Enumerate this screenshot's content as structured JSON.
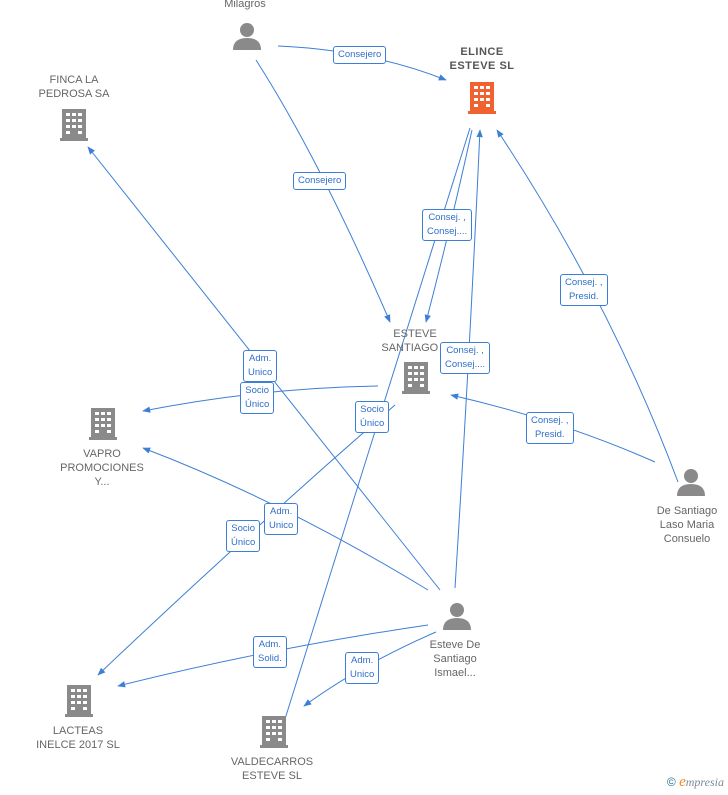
{
  "nodes": {
    "milagros": {
      "label": "Milagros",
      "type": "person"
    },
    "elince": {
      "label": "ELINCE\nESTEVE  SL",
      "type": "company-focus"
    },
    "finca": {
      "label": "FINCA LA\nPEDROSA SA",
      "type": "company"
    },
    "esteve_santiago": {
      "label": "ESTEVE\nSANTIAGO S",
      "type": "company"
    },
    "vapro": {
      "label": "VAPRO\nPROMOCIONES\nY...",
      "type": "company"
    },
    "de_santiago": {
      "label": "De Santiago\nLaso Maria\nConsuelo",
      "type": "person"
    },
    "esteve_ismael": {
      "label": "Esteve De\nSantiago\nIsmael...",
      "type": "person"
    },
    "lacteas": {
      "label": "LACTEAS\nINELCE 2017  SL",
      "type": "company"
    },
    "valdecarros": {
      "label": "VALDECARROS\nESTEVE  SL",
      "type": "company"
    }
  },
  "edge_labels": {
    "e1": "Consejero",
    "e2": "Consejero",
    "e3": "Consej. ,\nConsej....",
    "e4": "Consej. ,\nPresid.",
    "e5": "Adm.\nUnico",
    "e6": "Socio\nÚnico",
    "e7": "Consej. ,\nConsej....",
    "e8": "Socio\nÚnico",
    "e9": "Consej. ,\nPresid.",
    "e10": "Adm.\nUnico",
    "e11": "Socio\nÚnico",
    "e12": "Adm.\nSolid.",
    "e13": "Adm.\nUnico"
  },
  "colors": {
    "edge": "#3d7fd6",
    "icon": "#8a8a8a",
    "focus_icon": "#f0622f"
  },
  "footer": {
    "copyright": "©",
    "brand_first": "e",
    "brand_rest": "mpresia"
  }
}
